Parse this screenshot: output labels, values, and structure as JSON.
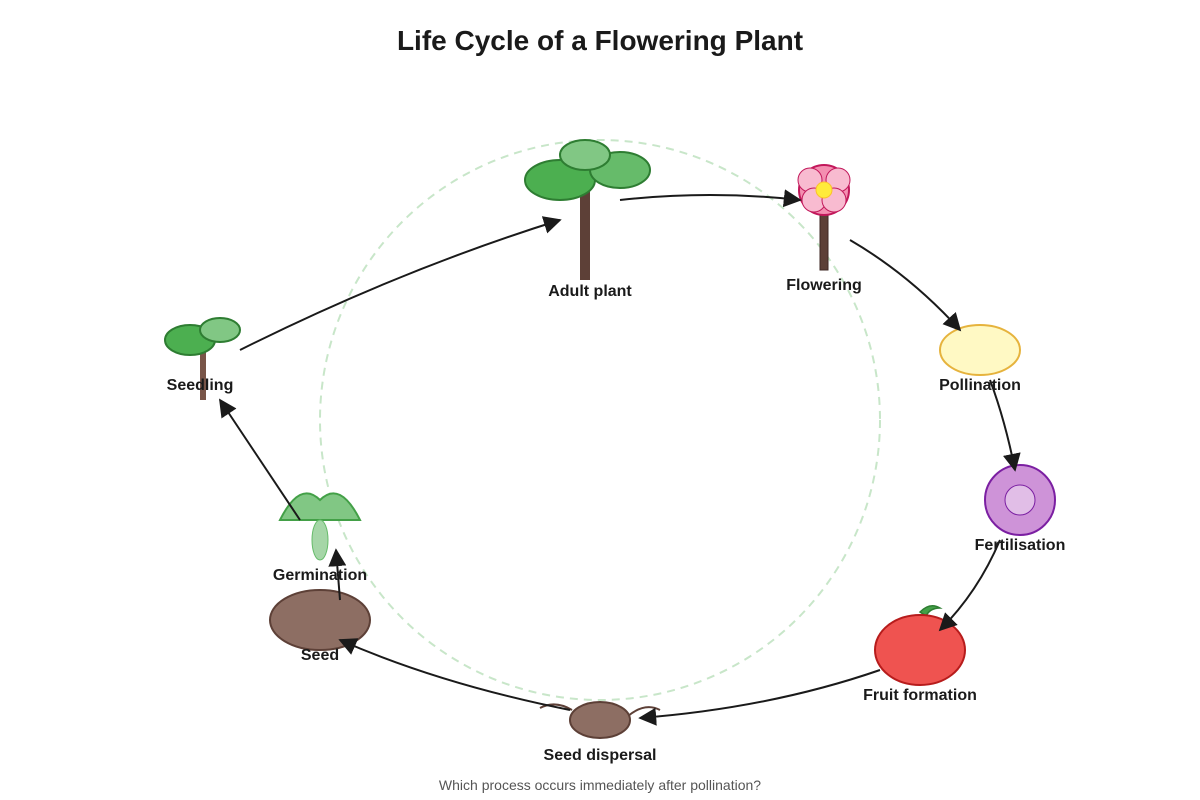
{
  "title": "Life Cycle of a Flowering Plant",
  "question": "Which process occurs immediately after pollination?",
  "colors": {
    "leaf_dark": "#4caf50",
    "leaf_light": "#81c784",
    "leaf_stroke": "#2e7d32",
    "stem": "#5d4037",
    "petal": "#f8bbd0",
    "petal_stroke": "#c2185b",
    "flower_center": "#ffeb3b",
    "pollen": "#fff9c4",
    "pollen_stroke": "#e6b33d",
    "ovule": "#ce93d8",
    "ovule_inner": "#e1bee7",
    "ovule_stroke": "#7b1fa2",
    "fruit": "#ef5350",
    "fruit_stroke": "#b71c1c",
    "seed": "#8d6e63",
    "seed_stroke": "#5d4037",
    "guide_circle": "#c8e6c9",
    "arrow": "#1a1a1a"
  },
  "stages": [
    {
      "id": "adult-plant",
      "label": "Adult plant",
      "icon": "adult-plant-icon"
    },
    {
      "id": "flowering",
      "label": "Flowering",
      "icon": "flower-icon"
    },
    {
      "id": "pollination",
      "label": "Pollination",
      "icon": "pollen-icon"
    },
    {
      "id": "fertilisation",
      "label": "Fertilisation",
      "icon": "ovule-icon"
    },
    {
      "id": "fruit-formation",
      "label": "Fruit formation",
      "icon": "fruit-icon"
    },
    {
      "id": "seed-dispersal",
      "label": "Seed dispersal",
      "icon": "winged-seed-icon"
    },
    {
      "id": "seed",
      "label": "Seed",
      "icon": "seed-icon"
    },
    {
      "id": "germination",
      "label": "Germination",
      "icon": "germinating-seed-icon"
    },
    {
      "id": "seedling",
      "label": "Seedling",
      "icon": "seedling-icon"
    }
  ]
}
